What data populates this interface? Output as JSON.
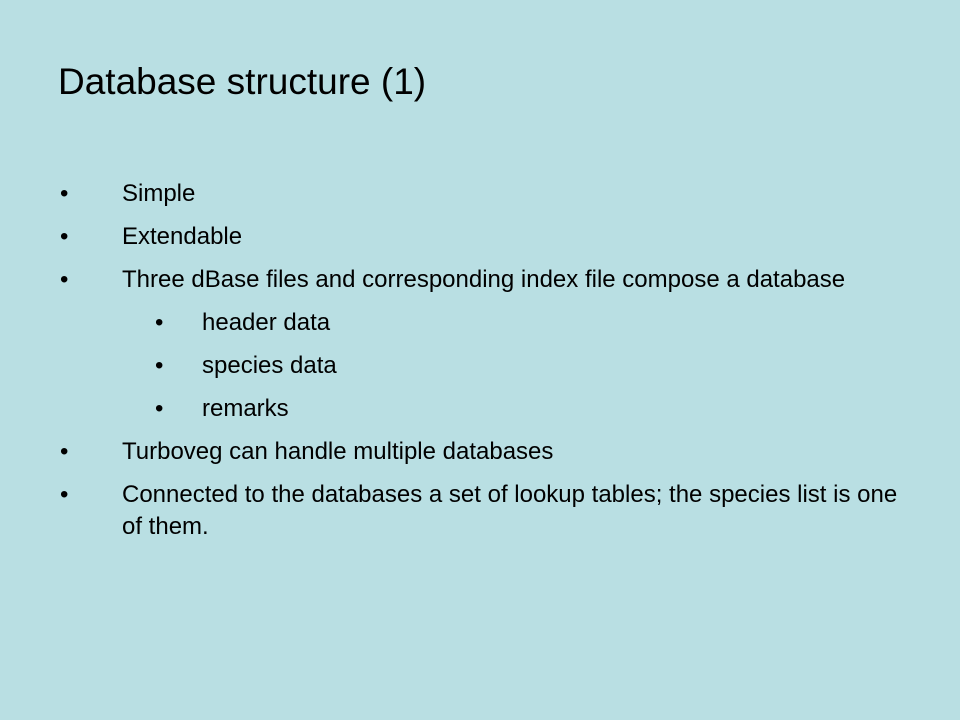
{
  "slide": {
    "title": "Database structure (1)",
    "bullet_glyph": "•",
    "items": [
      {
        "text": "Simple"
      },
      {
        "text": "Extendable"
      },
      {
        "text": "Three dBase files and corresponding index file compose a database"
      },
      {
        "text": "header data"
      },
      {
        "text": "species data"
      },
      {
        "text": "remarks"
      },
      {
        "text": "Turboveg can handle multiple databases"
      },
      {
        "text": "Connected to the databases a set of lookup tables; the species list is one of them."
      }
    ]
  },
  "colors": {
    "background": "#b9dfe3",
    "text": "#000000"
  }
}
